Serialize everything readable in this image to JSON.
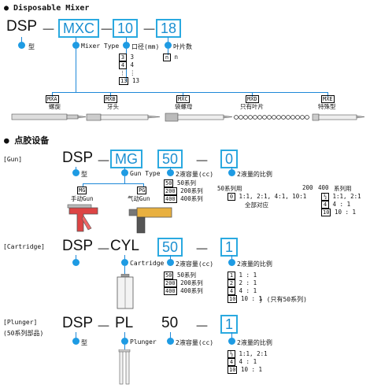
{
  "mixer": {
    "title": "Disposable Mixer",
    "dsp": "DSP",
    "dash": "－",
    "code": "MXC",
    "size": "10",
    "count": "18",
    "lbl_type": "型",
    "lbl_mixer": "Mixer Type",
    "lbl_diameter": "口径(mm)",
    "lbl_blades": "叶片数",
    "blade_n_box": "n",
    "blade_n": "n",
    "diam_opts": [
      {
        "box": "3",
        "val": "3"
      },
      {
        "box": "4",
        "val": "4"
      },
      {
        "box": "⋮",
        "val": "⋮"
      },
      {
        "box": "13",
        "val": "13"
      }
    ],
    "types": [
      {
        "code": "MXA",
        "name": "螺旋"
      },
      {
        "code": "MXB",
        "name": "牙头"
      },
      {
        "code": "MXC",
        "name": "袋螺母"
      },
      {
        "code": "MXD",
        "name": "只有叶片"
      },
      {
        "code": "MXE",
        "name": "特殊型"
      }
    ]
  },
  "dispense": {
    "title": "点胶设备",
    "gun": {
      "tag": "[Gun]",
      "dsp": "DSP",
      "dash": "－",
      "code": "MG",
      "cap": "50",
      "ratio": "0",
      "lbl_type": "型",
      "lbl_gun": "Gun Type",
      "lbl_cap": "2液容量(cc)",
      "lbl_ratio": "2液量的比例",
      "gun_types": [
        {
          "code": "MG",
          "name": "手动Gun"
        },
        {
          "code": "PG",
          "name": "气动Gun"
        }
      ],
      "caps": [
        {
          "box": "50",
          "val": "50系列"
        },
        {
          "box": "200",
          "val": "200系列"
        },
        {
          "box": "400",
          "val": "400系列"
        }
      ],
      "ratio_head_50": "50系列用",
      "ratio_head_200": "200",
      "ratio_head_400": "400",
      "ratio_head_series": "系列用",
      "ratio_0_box": "0",
      "ratio_0_val": "1:1, 2:1, 4:1, 10:1",
      "ratio_0_note": "全部对应",
      "ratios": [
        {
          "box": "½",
          "val": "1:1, 2:1"
        },
        {
          "box": "4",
          "val": "4 : 1"
        },
        {
          "box": "10",
          "val": "10 : 1"
        }
      ]
    },
    "cartridge": {
      "tag": "[Cartridge]",
      "dsp": "DSP",
      "dash": "－",
      "code": "CYL",
      "cap": "50",
      "ratio": "1",
      "lbl_cart": "Cartridge",
      "lbl_cap": "2液容量(cc)",
      "lbl_ratio": "2液量的比例",
      "caps": [
        {
          "box": "50",
          "val": "50系列"
        },
        {
          "box": "200",
          "val": "200系列"
        },
        {
          "box": "400",
          "val": "400系列"
        }
      ],
      "ratios": [
        {
          "box": "1",
          "val": "1 : 1"
        },
        {
          "box": "2",
          "val": "2 : 1"
        },
        {
          "box": "4",
          "val": "4 : 1"
        },
        {
          "box": "10",
          "val": "10 : 1"
        }
      ],
      "only50": "(只有50系列)"
    },
    "plunger": {
      "tag": "[Plunger]",
      "tag2": "(50系列部品)",
      "dsp": "DSP",
      "dash": "－",
      "code": "PL",
      "cap": "50",
      "ratio": "1",
      "lbl_type": "型",
      "lbl_plunger": "Plunger",
      "lbl_cap": "2液容量(cc)",
      "lbl_ratio": "2液量的比例",
      "ratios": [
        {
          "box": "½",
          "val": "1:1, 2:1"
        },
        {
          "box": "4",
          "val": "4 : 1"
        },
        {
          "box": "10",
          "val": "10 : 1"
        }
      ]
    }
  }
}
